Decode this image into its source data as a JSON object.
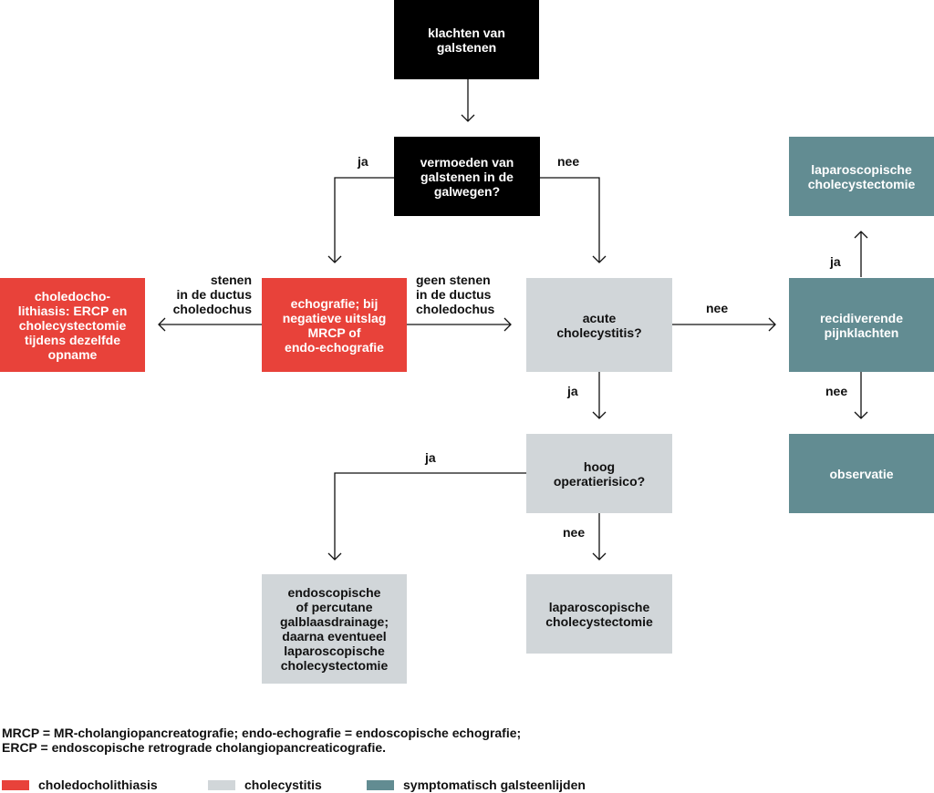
{
  "colors": {
    "dark": "#000000",
    "choledocholithiasis": "#e8423a",
    "cholecystitis": "#d1d6d9",
    "symptomatisch": "#628c92"
  },
  "nodes": {
    "start": "klachten van\ngalstenen",
    "q_galwegen": "vermoeden van\ngalstenen in de\ngalwegen?",
    "echo": "echografie; bij\nnegatieve uitslag\nMRCP of\nendo-echografie",
    "choledocho": "choledocho-\nlithiasis: ERCP en\ncholecystectomie\ntijdens dezelfde\nopname",
    "q_acute": "acute\ncholecystitis?",
    "q_hoog": "hoog\noperatierisico?",
    "drainage": "endoscopische\nof percutane\ngalblaasdrainage;\ndaarna eventueel\nlaparoscopische\ncholecystectomie",
    "lap_grey": "laparoscopische\ncholecystectomie",
    "q_recidief": "recidiverende\npijnklachten",
    "lap_teal": "laparoscopische\ncholecystectomie",
    "observatie": "observatie"
  },
  "edge_labels": {
    "ja_left": "ja",
    "nee_right": "nee",
    "stenen": "stenen\nin de ductus\ncholedochus",
    "geen_stenen": "geen stenen\nin de ductus\ncholedochus",
    "nee_acute": "nee",
    "ja_acute": "ja",
    "ja_hoog": "ja",
    "nee_hoog": "nee",
    "ja_recidief": "ja",
    "nee_recidief": "nee"
  },
  "footnote": {
    "line1": "MRCP = MR-cholangiopancreatografie; endo-echografie = endoscopische echografie;",
    "line2": "ERCP = endoscopische retrograde cholangiopancreaticografie."
  },
  "legend": [
    {
      "label": "choledocholithiasis",
      "color": "#e8423a"
    },
    {
      "label": "cholecystitis",
      "color": "#d1d6d9"
    },
    {
      "label": "symptomatisch galsteenlijden",
      "color": "#628c92"
    }
  ]
}
